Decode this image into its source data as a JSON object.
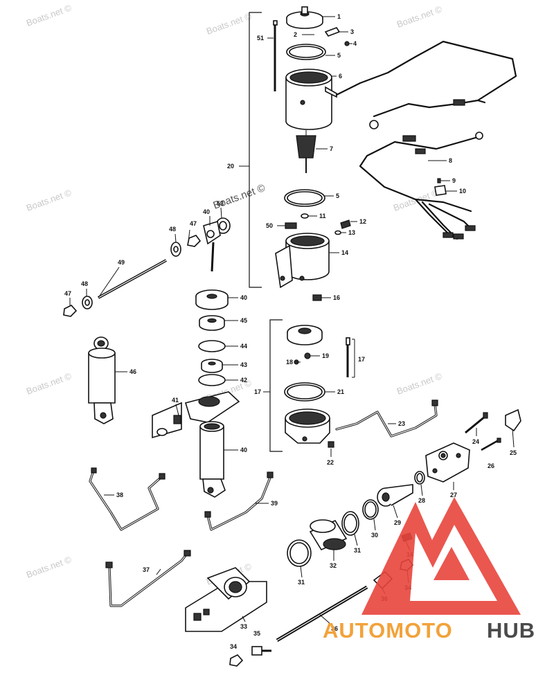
{
  "watermark": {
    "text": "Boats.net ©",
    "big_text": "Boats.net ©"
  },
  "logo": {
    "part1": "AUTOMOTO",
    "part2": "HUB",
    "color_red": "#e8453c",
    "color_orange": "#f2a23a",
    "color_gray": "#4a4a4a"
  },
  "callouts": {
    "c1": "1",
    "c2": "2",
    "c3": "3",
    "c4": "4",
    "c5a": "5",
    "c5b": "5",
    "c6": "6",
    "c7": "7",
    "c8": "8",
    "c9": "9",
    "c10": "10",
    "c11": "11",
    "c12": "12",
    "c13": "13",
    "c14": "14",
    "c16a": "16",
    "c16b": "16",
    "c17a": "17",
    "c17b": "17",
    "c18": "18",
    "c19": "19",
    "c20": "20",
    "c21": "21",
    "c22": "22",
    "c23": "23",
    "c24": "24",
    "c25": "25",
    "c26": "26",
    "c27": "27",
    "c28": "28",
    "c29": "29",
    "c30": "30",
    "c31a": "31",
    "c31b": "31",
    "c32": "32",
    "c33": "33",
    "c34a": "34",
    "c34b": "34",
    "c35": "35",
    "c36a": "36",
    "c36b": "36",
    "c37": "37",
    "c38": "38",
    "c39": "39",
    "c40a": "40",
    "c40b": "40",
    "c40c": "40",
    "c41": "41",
    "c42": "42",
    "c43": "43",
    "c44": "44",
    "c45": "45",
    "c46": "46",
    "c47a": "47",
    "c47b": "47",
    "c48a": "48",
    "c48b": "48",
    "c49": "49",
    "c50": "50",
    "c51": "51",
    "c53": "53"
  }
}
